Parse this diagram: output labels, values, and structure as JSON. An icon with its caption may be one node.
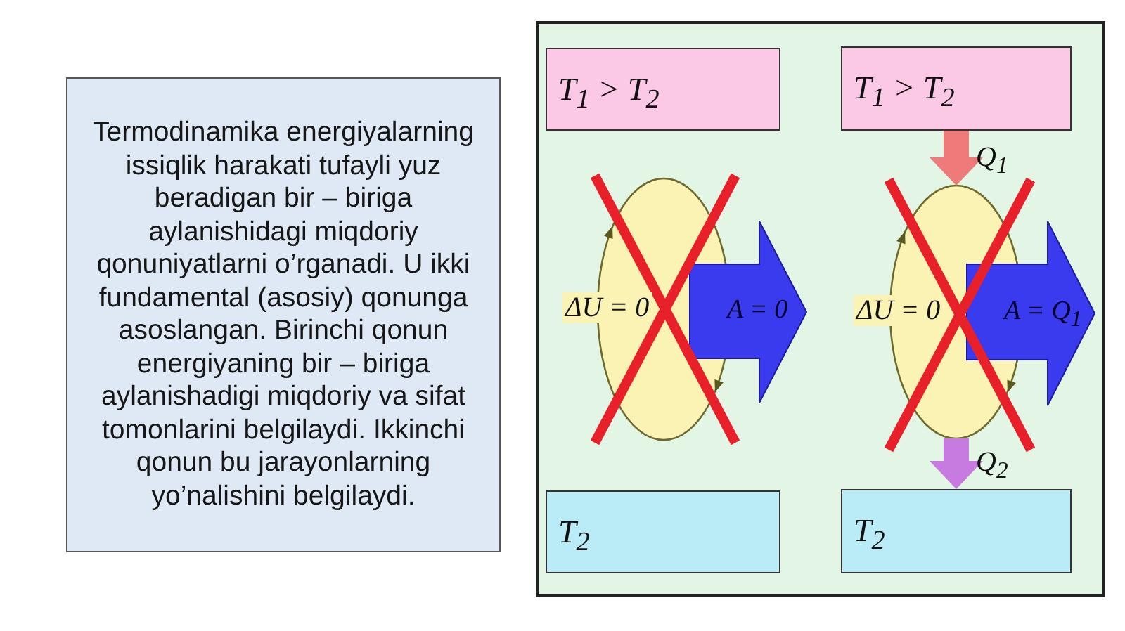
{
  "diagram": {
    "nodes": [
      {
        "text": [
          "Termodinamika energiyalarning issiqlik harakati tufayli yuz beradigan bir – biriga aylanishidagi miqdoriy qonuniyatlarni o’rganadi. U ikki fundamental (asosiy) qonunga asoslangan. Birinchi qonun energiyaning bir – biriga aylanishadigi miqdoriy va sifat tomonlarini belgilaydi. Ikkinchi qonun bu jarayonlarning yo’nalishini belgilaydi."
        ]
      },
      {
        "text": [],
        "shape": "box"
      },
      {
        "text": [
          "T$_{1}$ > T$_{2}$"
        ],
        "in": 1
      },
      {
        "text": [
          "ΔU = 0"
        ],
        "in": 1
      },
      {
        "text": [
          "A = 0"
        ],
        "in": 1
      },
      {
        "text": [
          "T$_{2}$"
        ],
        "in": 1
      },
      {
        "text": [
          "T$_{1}$ > T$_{2}$"
        ],
        "in": 1
      },
      {
        "text": [
          "ΔU = 0"
        ],
        "in": 1
      },
      {
        "text": [
          "A = Q$_{1}$"
        ],
        "in": 1
      },
      {
        "text": [
          "T$_{2}$"
        ],
        "in": 1
      }
    ],
    "edges": [
      {
        "from": 6,
        "to": 7,
        "arrow": "to",
        "label": "Q$_{1}$",
        "color": "#ee7a7a"
      },
      {
        "from": 7,
        "to": 9,
        "arrow": "to",
        "label": "Q$_{2}$",
        "color": "#c77be0"
      }
    ]
  }
}
